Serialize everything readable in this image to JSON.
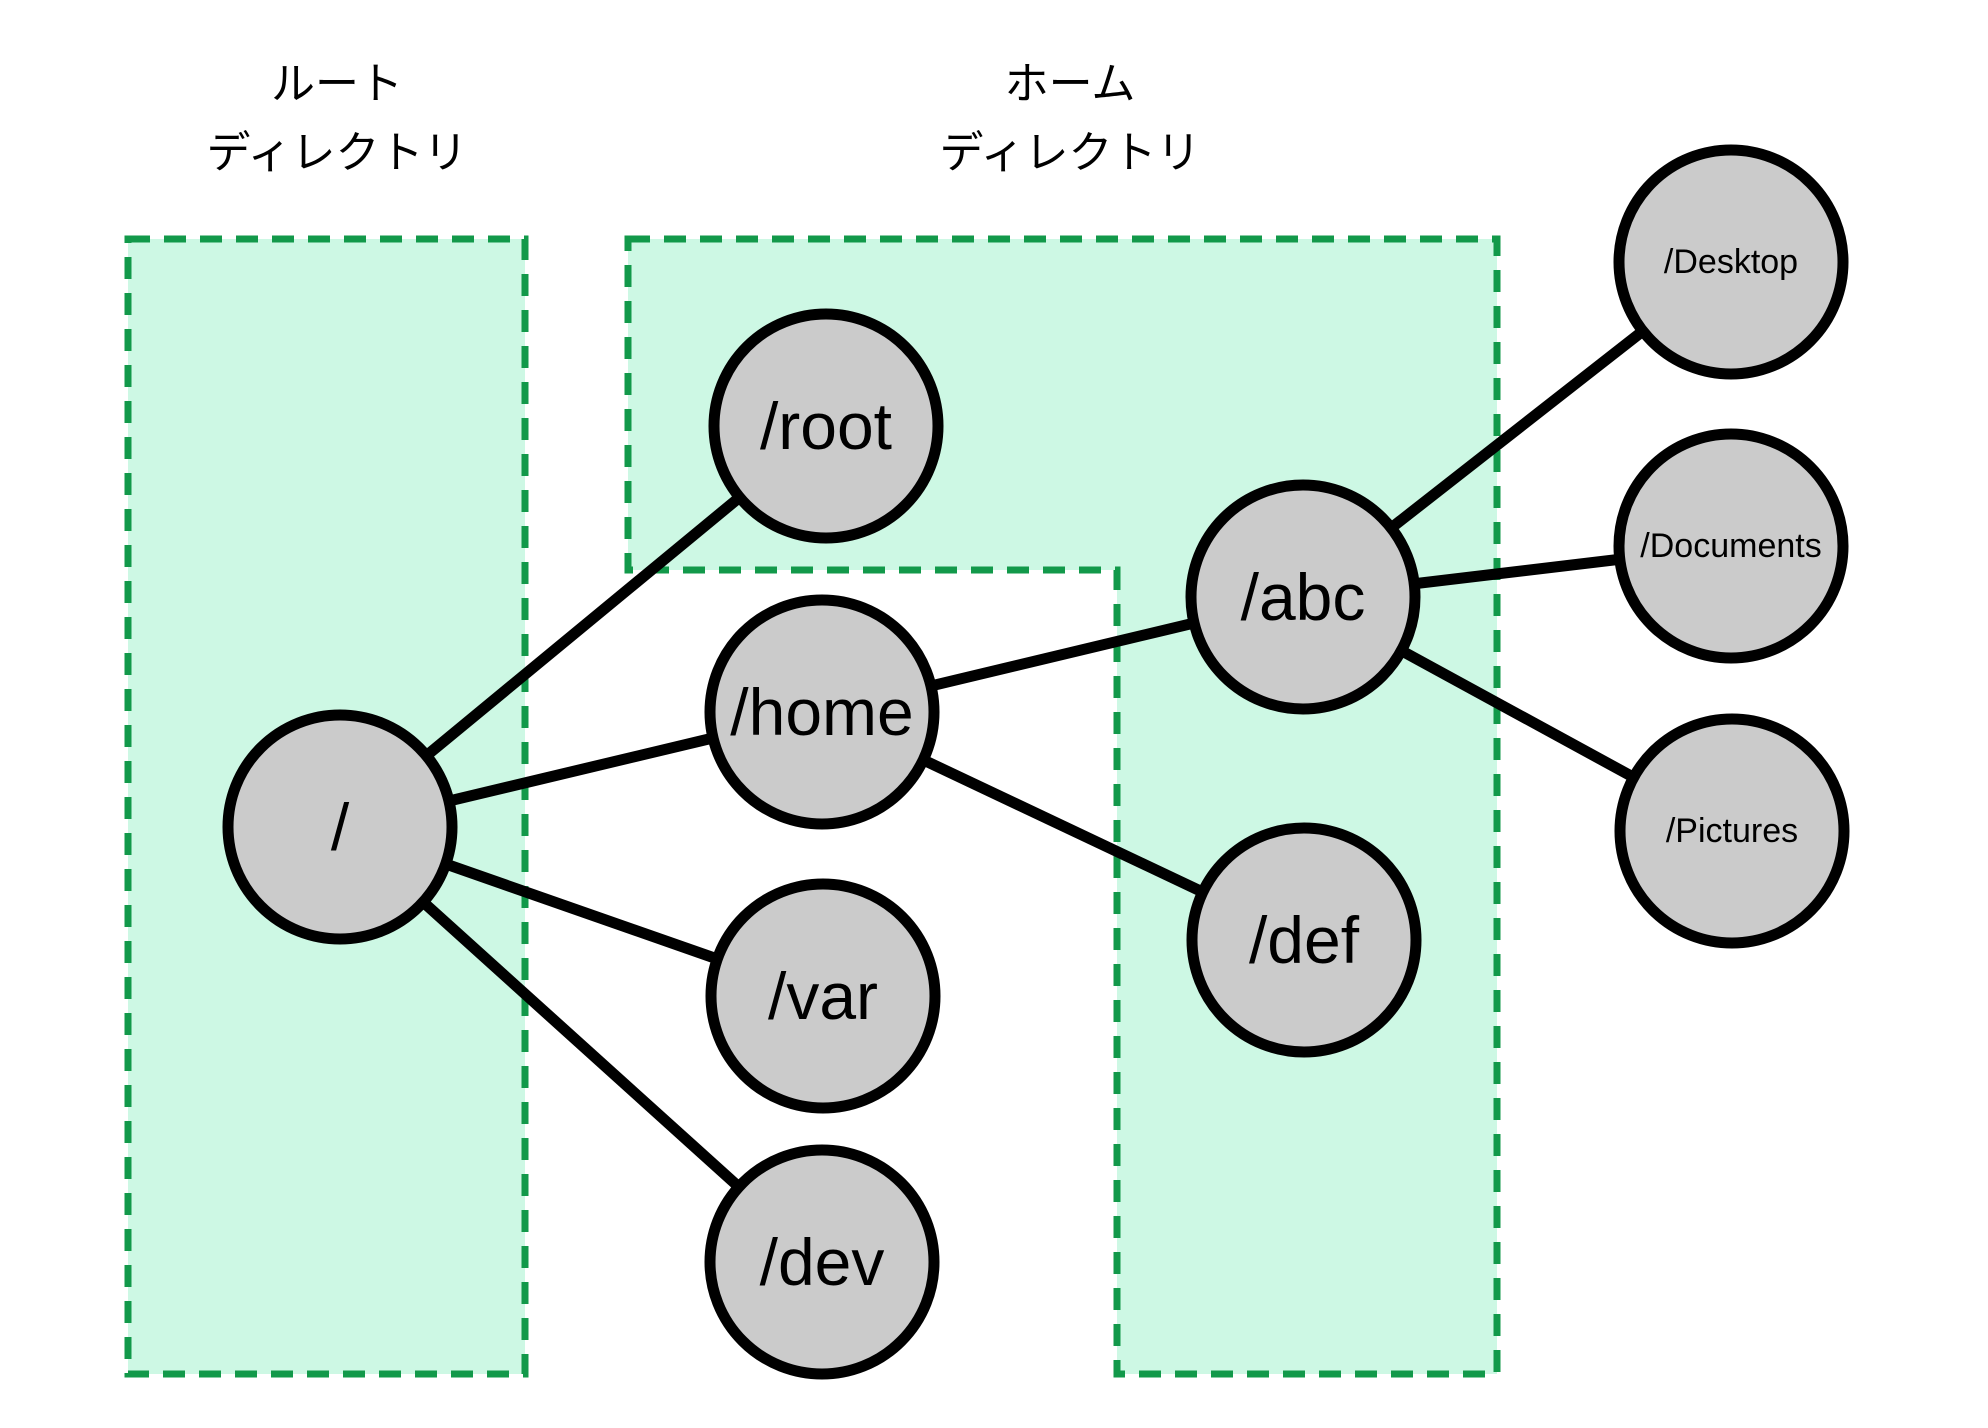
{
  "diagram": {
    "description_visible_content_only": "Linux filesystem tree diagram",
    "regions": [
      {
        "id": "root-directory",
        "label_lines": [
          "ルート",
          "ディレクトリ"
        ]
      },
      {
        "id": "home-directory",
        "label_lines": [
          "ホーム",
          "ディレクトリ"
        ]
      }
    ],
    "nodes": {
      "slash": {
        "label": "/"
      },
      "root": {
        "label": "/root"
      },
      "home": {
        "label": "/home"
      },
      "var": {
        "label": "/var"
      },
      "dev": {
        "label": "/dev"
      },
      "abc": {
        "label": "/abc"
      },
      "def": {
        "label": "/def"
      },
      "desktop": {
        "label": "/Desktop"
      },
      "documents": {
        "label": "/Documents"
      },
      "pictures": {
        "label": "/Pictures"
      }
    },
    "edges": [
      {
        "from": "/",
        "to": "/root"
      },
      {
        "from": "/",
        "to": "/home"
      },
      {
        "from": "/",
        "to": "/var"
      },
      {
        "from": "/",
        "to": "/dev"
      },
      {
        "from": "/home",
        "to": "/abc"
      },
      {
        "from": "/home",
        "to": "/def"
      },
      {
        "from": "/abc",
        "to": "/Desktop"
      },
      {
        "from": "/abc",
        "to": "/Documents"
      },
      {
        "from": "/abc",
        "to": "/Pictures"
      }
    ],
    "colors": {
      "region_fill": "#cdf8e4",
      "region_border": "#12994a",
      "node_fill": "#cbcbcb",
      "node_border": "#000000",
      "edge": "#000000",
      "text": "#000000",
      "background": "#ffffff"
    }
  }
}
